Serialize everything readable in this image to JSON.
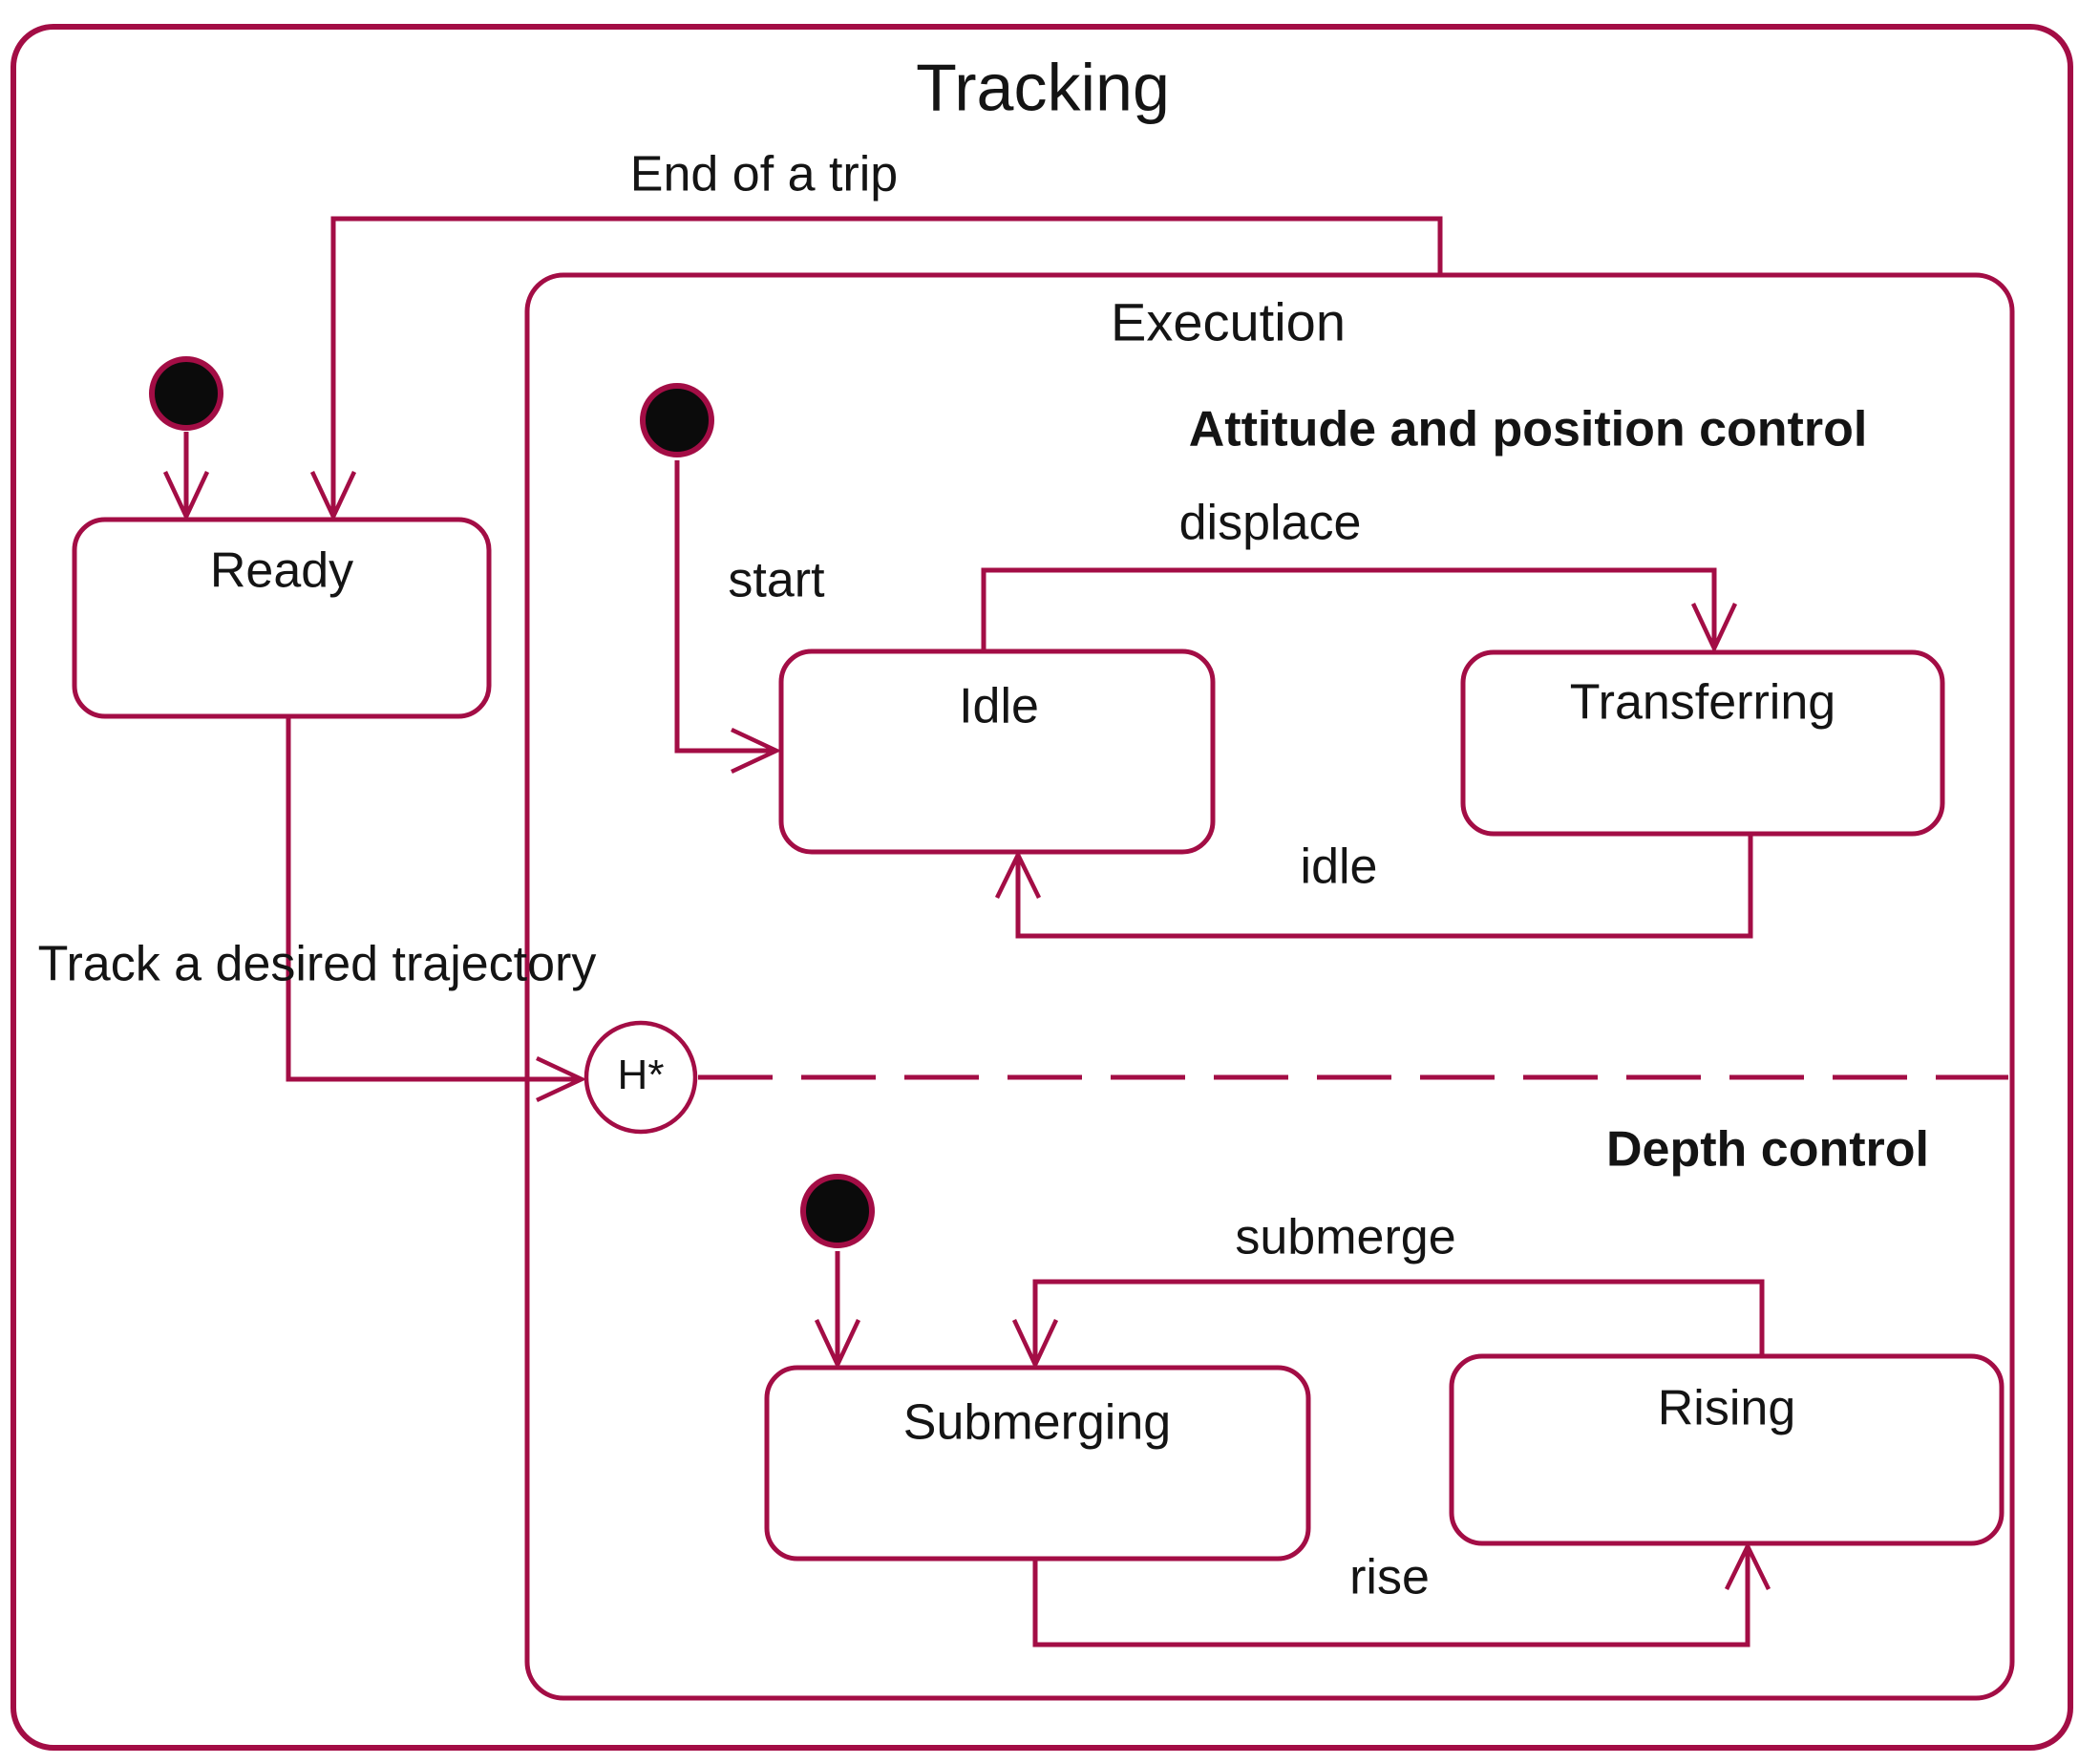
{
  "colors": {
    "line": "#a30d45",
    "text": "#141414",
    "state_fill": "#ffffff",
    "initial_dot_fill": "#0b0b0b",
    "background": "#ffffff"
  },
  "tracking": {
    "title": "Tracking"
  },
  "execution": {
    "title": "Execution"
  },
  "regions": {
    "attitude": {
      "title": "Attitude and position control"
    },
    "depth": {
      "title": "Depth control"
    }
  },
  "states": {
    "ready": {
      "label": "Ready"
    },
    "idle": {
      "label": "Idle"
    },
    "transferring": {
      "label": "Transferring"
    },
    "submerging": {
      "label": "Submerging"
    },
    "rising": {
      "label": "Rising"
    }
  },
  "pseudostates": {
    "history": {
      "label": "H*"
    },
    "initial_main": {
      "icon": "filled-circle"
    },
    "initial_attitude": {
      "icon": "filled-circle"
    },
    "initial_depth": {
      "icon": "filled-circle"
    }
  },
  "transitions": {
    "end_of_trip": {
      "label": "End of a trip"
    },
    "track": {
      "label": "Track a desired trajectory"
    },
    "start": {
      "label": "start"
    },
    "displace": {
      "label": "displace"
    },
    "idle_return": {
      "label": "idle"
    },
    "submerge": {
      "label": "submerge"
    },
    "rise": {
      "label": "rise"
    }
  }
}
